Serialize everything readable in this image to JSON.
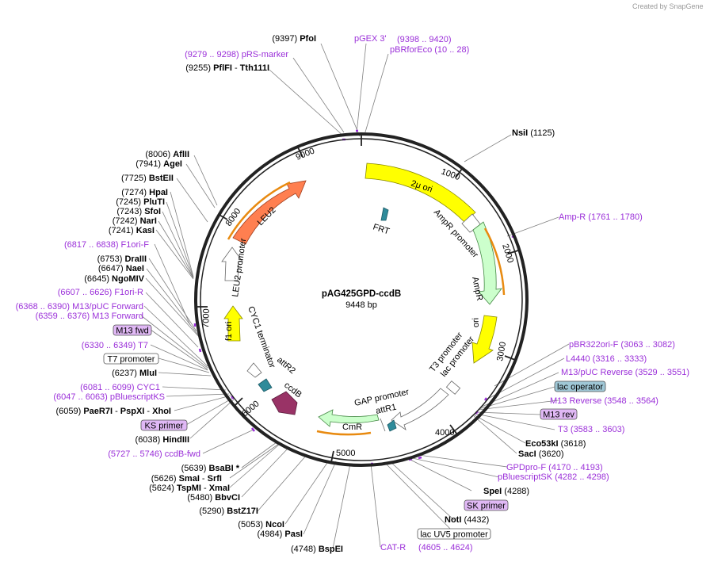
{
  "watermark": "Created by SnapGene",
  "plasmid": {
    "name": "pAG425GPD-ccdB",
    "size_label": "9448 bp",
    "total_bp": 9448
  },
  "colors": {
    "backbone": "#222222",
    "primer": "#9b30d9",
    "cut_line": "#777777"
  },
  "ticks": [
    "1000",
    "2000",
    "3000",
    "4000",
    "5000",
    "6000",
    "7000",
    "8000",
    "9000"
  ],
  "features": [
    {
      "name": "2μ ori",
      "color": "#ffff00"
    },
    {
      "name": "AmpR promoter",
      "color": "#ffffff"
    },
    {
      "name": "AmpR",
      "color": "#ccffcc"
    },
    {
      "name": "ori",
      "color": "#ffff00"
    },
    {
      "name": "T3 promoter",
      "color": "#ffffff"
    },
    {
      "name": "lac promoter",
      "color": "#ffffff"
    },
    {
      "name": "GAP promoter",
      "color": "#ffffff"
    },
    {
      "name": "attR1",
      "color": "#ffffff"
    },
    {
      "name": "CmR",
      "color": "#ccffcc"
    },
    {
      "name": "ccdB",
      "color": "#993366"
    },
    {
      "name": "attR2",
      "color": "#ffffff"
    },
    {
      "name": "CYC1 terminator",
      "color": "#ffffff"
    },
    {
      "name": "f1 ori",
      "color": "#ffff00"
    },
    {
      "name": "LEU2 promoter",
      "color": "#ffffff"
    },
    {
      "name": "LEU2",
      "color": "#ff7f50"
    },
    {
      "name": "FRT",
      "color": "#2e8b9a"
    }
  ],
  "labels": [
    {
      "id": "pfoi",
      "parts": [
        {
          "t": "(9397) ",
          "s": "n"
        },
        {
          "t": "PfoI",
          "s": "b"
        }
      ]
    },
    {
      "id": "pgex3",
      "parts": [
        {
          "t": "pGEX 3'",
          "s": "p"
        }
      ]
    },
    {
      "id": "pgex3-range",
      "parts": [
        {
          "t": "(9398 .. 9420)",
          "s": "p"
        }
      ]
    },
    {
      "id": "prsmarker",
      "parts": [
        {
          "t": "(9279 .. 9298) ",
          "s": "p"
        },
        {
          "t": "pRS-marker",
          "s": "p"
        }
      ]
    },
    {
      "id": "pbrforeco",
      "parts": [
        {
          "t": "pBRforEco",
          "s": "p"
        },
        {
          "t": "  (10 .. 28)",
          "s": "p"
        }
      ]
    },
    {
      "id": "pflfi",
      "parts": [
        {
          "t": "(9255) ",
          "s": "n"
        },
        {
          "t": "PflFI",
          "s": "b"
        },
        {
          "t": "  - ",
          "s": "n"
        },
        {
          "t": "Tth111I",
          "s": "b"
        }
      ]
    },
    {
      "id": "nsii",
      "parts": [
        {
          "t": "NsiI",
          "s": "b"
        },
        {
          "t": "  (1125)",
          "s": "n"
        }
      ]
    },
    {
      "id": "ampr-primer",
      "parts": [
        {
          "t": "Amp-R",
          "s": "p"
        },
        {
          "t": "   (1761 .. 1780)",
          "s": "p"
        }
      ]
    },
    {
      "id": "aflii",
      "parts": [
        {
          "t": "(8006) ",
          "s": "n"
        },
        {
          "t": "AflII",
          "s": "b"
        }
      ]
    },
    {
      "id": "agei",
      "parts": [
        {
          "t": "(7941) ",
          "s": "n"
        },
        {
          "t": "AgeI",
          "s": "b"
        }
      ]
    },
    {
      "id": "bsteii",
      "parts": [
        {
          "t": "(7725) ",
          "s": "n"
        },
        {
          "t": "BstEII",
          "s": "b"
        }
      ]
    },
    {
      "id": "hpai",
      "parts": [
        {
          "t": "(7274) ",
          "s": "n"
        },
        {
          "t": "HpaI",
          "s": "b"
        }
      ]
    },
    {
      "id": "pluti",
      "parts": [
        {
          "t": "(7245) ",
          "s": "n"
        },
        {
          "t": "PluTI",
          "s": "b"
        }
      ]
    },
    {
      "id": "sfoi",
      "parts": [
        {
          "t": "(7243) ",
          "s": "n"
        },
        {
          "t": "SfoI",
          "s": "b"
        }
      ]
    },
    {
      "id": "nari",
      "parts": [
        {
          "t": "(7242) ",
          "s": "n"
        },
        {
          "t": "NarI",
          "s": "b"
        }
      ]
    },
    {
      "id": "kasi",
      "parts": [
        {
          "t": "(7241) ",
          "s": "n"
        },
        {
          "t": "KasI",
          "s": "b"
        }
      ]
    },
    {
      "id": "f1orif",
      "parts": [
        {
          "t": "(6817 .. 6838) ",
          "s": "p"
        },
        {
          "t": "F1ori-F",
          "s": "p"
        }
      ]
    },
    {
      "id": "draiii",
      "parts": [
        {
          "t": "(6753) ",
          "s": "n"
        },
        {
          "t": "DraIII",
          "s": "b"
        }
      ]
    },
    {
      "id": "naei",
      "parts": [
        {
          "t": "(6647) ",
          "s": "n"
        },
        {
          "t": "NaeI",
          "s": "b"
        }
      ]
    },
    {
      "id": "ngomiv",
      "parts": [
        {
          "t": "(6645) ",
          "s": "n"
        },
        {
          "t": "NgoMIV",
          "s": "b"
        }
      ]
    },
    {
      "id": "f1orir",
      "parts": [
        {
          "t": "(6607 .. 6626) ",
          "s": "p"
        },
        {
          "t": "F1ori-R",
          "s": "p"
        }
      ]
    },
    {
      "id": "m13puc-fwd",
      "parts": [
        {
          "t": "(6368 .. 6390) ",
          "s": "p"
        },
        {
          "t": "M13/pUC Forward",
          "s": "p"
        }
      ]
    },
    {
      "id": "m13-fwd-primer",
      "parts": [
        {
          "t": "(6359 .. 6376) ",
          "s": "p"
        },
        {
          "t": "M13 Forward",
          "s": "p"
        }
      ]
    },
    {
      "id": "t7",
      "parts": [
        {
          "t": "(6330 .. 6349) ",
          "s": "p"
        },
        {
          "t": "T7",
          "s": "p"
        }
      ]
    },
    {
      "id": "mlui",
      "parts": [
        {
          "t": "(6237) ",
          "s": "n"
        },
        {
          "t": "MluI",
          "s": "b"
        }
      ]
    },
    {
      "id": "cyc1",
      "parts": [
        {
          "t": "(6081 .. 6099) ",
          "s": "p"
        },
        {
          "t": "CYC1",
          "s": "p"
        }
      ]
    },
    {
      "id": "pbluescriptks",
      "parts": [
        {
          "t": "(6047 .. 6063) ",
          "s": "p"
        },
        {
          "t": "pBluescriptKS",
          "s": "p"
        }
      ]
    },
    {
      "id": "paer7i",
      "parts": [
        {
          "t": "(6059) ",
          "s": "n"
        },
        {
          "t": "PaeR7I",
          "s": "b"
        },
        {
          "t": "  - ",
          "s": "n"
        },
        {
          "t": "PspXI",
          "s": "b"
        },
        {
          "t": "  - ",
          "s": "n"
        },
        {
          "t": "XhoI",
          "s": "b"
        }
      ]
    },
    {
      "id": "hindiii",
      "parts": [
        {
          "t": "(6038) ",
          "s": "n"
        },
        {
          "t": "HindIII",
          "s": "b"
        }
      ]
    },
    {
      "id": "ccdbfwd",
      "parts": [
        {
          "t": "(5727 .. 5746) ",
          "s": "p"
        },
        {
          "t": "ccdB-fwd",
          "s": "p"
        }
      ]
    },
    {
      "id": "bsabi",
      "parts": [
        {
          "t": "(5639) ",
          "s": "n"
        },
        {
          "t": "BsaBI",
          "s": "b"
        },
        {
          "t": " *",
          "s": "b"
        }
      ]
    },
    {
      "id": "smai",
      "parts": [
        {
          "t": "(5626) ",
          "s": "n"
        },
        {
          "t": "SmaI",
          "s": "b"
        },
        {
          "t": "  - ",
          "s": "n"
        },
        {
          "t": "SrfI",
          "s": "b"
        }
      ]
    },
    {
      "id": "tspmi",
      "parts": [
        {
          "t": "(5624) ",
          "s": "n"
        },
        {
          "t": "TspMI",
          "s": "b"
        },
        {
          "t": "  - ",
          "s": "n"
        },
        {
          "t": "XmaI",
          "s": "b"
        }
      ]
    },
    {
      "id": "bbvci",
      "parts": [
        {
          "t": "(5480) ",
          "s": "n"
        },
        {
          "t": "BbvCI",
          "s": "b"
        }
      ]
    },
    {
      "id": "bstz17i",
      "parts": [
        {
          "t": "(5290) ",
          "s": "n"
        },
        {
          "t": "BstZ17I",
          "s": "b"
        }
      ]
    },
    {
      "id": "ncoi",
      "parts": [
        {
          "t": "(5053) ",
          "s": "n"
        },
        {
          "t": "NcoI",
          "s": "b"
        }
      ]
    },
    {
      "id": "pasi",
      "parts": [
        {
          "t": "(4984) ",
          "s": "n"
        },
        {
          "t": "PasI",
          "s": "b"
        }
      ]
    },
    {
      "id": "bspei",
      "parts": [
        {
          "t": "(4748) ",
          "s": "n"
        },
        {
          "t": "BspEI",
          "s": "b"
        }
      ]
    },
    {
      "id": "catr",
      "parts": [
        {
          "t": "CAT-R",
          "s": "p"
        }
      ]
    },
    {
      "id": "catr-range",
      "parts": [
        {
          "t": "(4605 .. 4624)",
          "s": "p"
        }
      ]
    },
    {
      "id": "noti",
      "parts": [
        {
          "t": "NotI",
          "s": "b"
        },
        {
          "t": "  (4432)",
          "s": "n"
        }
      ]
    },
    {
      "id": "spei",
      "parts": [
        {
          "t": "SpeI",
          "s": "b"
        },
        {
          "t": "  (4288)",
          "s": "n"
        }
      ]
    },
    {
      "id": "pbluescriptsk",
      "parts": [
        {
          "t": "pBluescriptSK",
          "s": "p"
        },
        {
          "t": "   (4282 .. 4298)",
          "s": "p"
        }
      ]
    },
    {
      "id": "gpdpro",
      "parts": [
        {
          "t": "GPDpro-F",
          "s": "p"
        },
        {
          "t": "   (4170 .. 4193)",
          "s": "p"
        }
      ]
    },
    {
      "id": "saci",
      "parts": [
        {
          "t": "SacI",
          "s": "b"
        },
        {
          "t": "  (3620)",
          "s": "n"
        }
      ]
    },
    {
      "id": "eco53ki",
      "parts": [
        {
          "t": "Eco53kI",
          "s": "b"
        },
        {
          "t": "  (3618)",
          "s": "n"
        }
      ]
    },
    {
      "id": "t3",
      "parts": [
        {
          "t": "T3",
          "s": "p"
        },
        {
          "t": "   (3583 .. 3603)",
          "s": "p"
        }
      ]
    },
    {
      "id": "m13rev-primer",
      "parts": [
        {
          "t": "M13 Reverse",
          "s": "p"
        },
        {
          "t": "   (3548 .. 3564)",
          "s": "p"
        }
      ]
    },
    {
      "id": "m13puc-rev",
      "parts": [
        {
          "t": "M13/pUC Reverse",
          "s": "p"
        },
        {
          "t": "   (3529 .. 3551)",
          "s": "p"
        }
      ]
    },
    {
      "id": "l4440",
      "parts": [
        {
          "t": "L4440",
          "s": "p"
        },
        {
          "t": "   (3316 .. 3333)",
          "s": "p"
        }
      ]
    },
    {
      "id": "pbr322",
      "parts": [
        {
          "t": "pBR322ori-F",
          "s": "p"
        },
        {
          "t": "   (3063 .. 3082)",
          "s": "p"
        }
      ]
    }
  ],
  "boxes": [
    {
      "id": "m13fwd-box",
      "text": "M13 fwd",
      "fill": "#e0b8f5"
    },
    {
      "id": "t7prom-box",
      "text": "T7 promoter",
      "fill": "#ffffff"
    },
    {
      "id": "ksprimer-box",
      "text": "KS primer",
      "fill": "#e0b8f5"
    },
    {
      "id": "sk-box",
      "text": "SK primer",
      "fill": "#e0b8f5"
    },
    {
      "id": "lacuv5-box",
      "text": "lac UV5 promoter",
      "fill": "#ffffff"
    },
    {
      "id": "lacop-box",
      "text": "lac operator",
      "fill": "#9fc7d6"
    },
    {
      "id": "m13rev-box",
      "text": "M13 rev",
      "fill": "#e0b8f5"
    }
  ]
}
